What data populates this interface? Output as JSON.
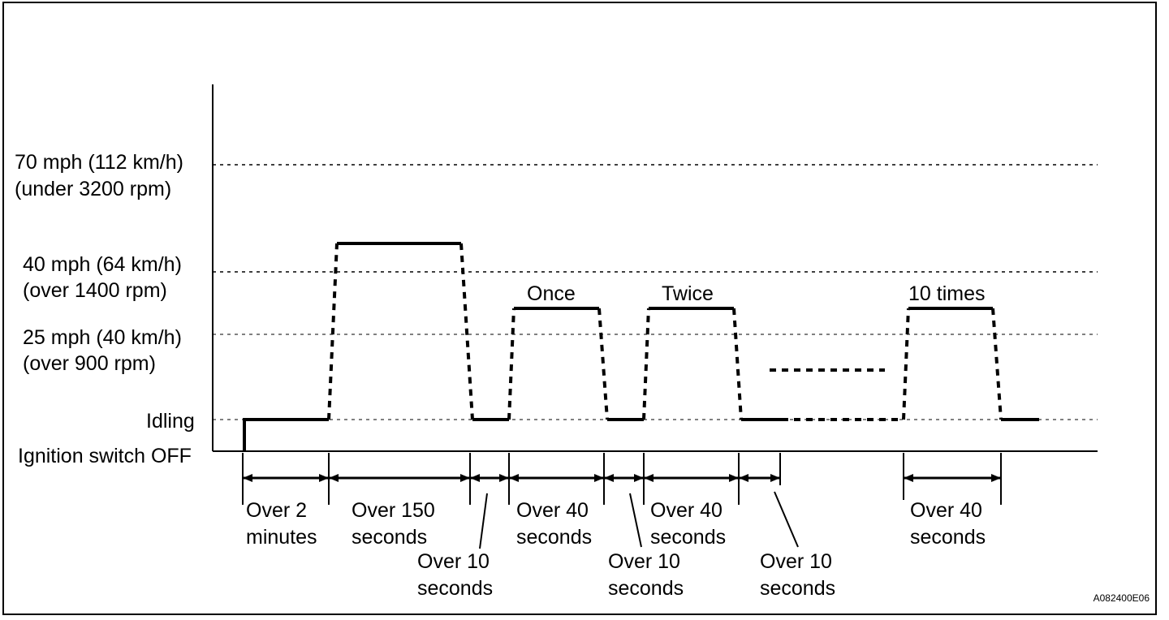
{
  "levels": {
    "l70": [
      "70 mph (112 km/h)",
      "(under 3200 rpm)"
    ],
    "l40": [
      "40 mph (64 km/h)",
      "(over 1400 rpm)"
    ],
    "l25": [
      "25 mph (40 km/h)",
      "(over 900 rpm)"
    ],
    "idling": "Idling",
    "off": "Ignition switch OFF"
  },
  "repeat_labels": {
    "once": "Once",
    "twice": "Twice",
    "ten": "10 times"
  },
  "durations": {
    "d1": [
      "Over 2",
      "minutes"
    ],
    "d2": [
      "Over 150",
      "seconds"
    ],
    "d3": [
      "Over 10",
      "seconds"
    ],
    "d4": [
      "Over 40",
      "seconds"
    ],
    "d5": [
      "Over 10",
      "seconds"
    ],
    "d6": [
      "Over 40",
      "seconds"
    ],
    "d7": [
      "Over 10",
      "seconds"
    ],
    "d8": [
      "Over 40",
      "seconds"
    ]
  },
  "figure_code": "A082400E06"
}
